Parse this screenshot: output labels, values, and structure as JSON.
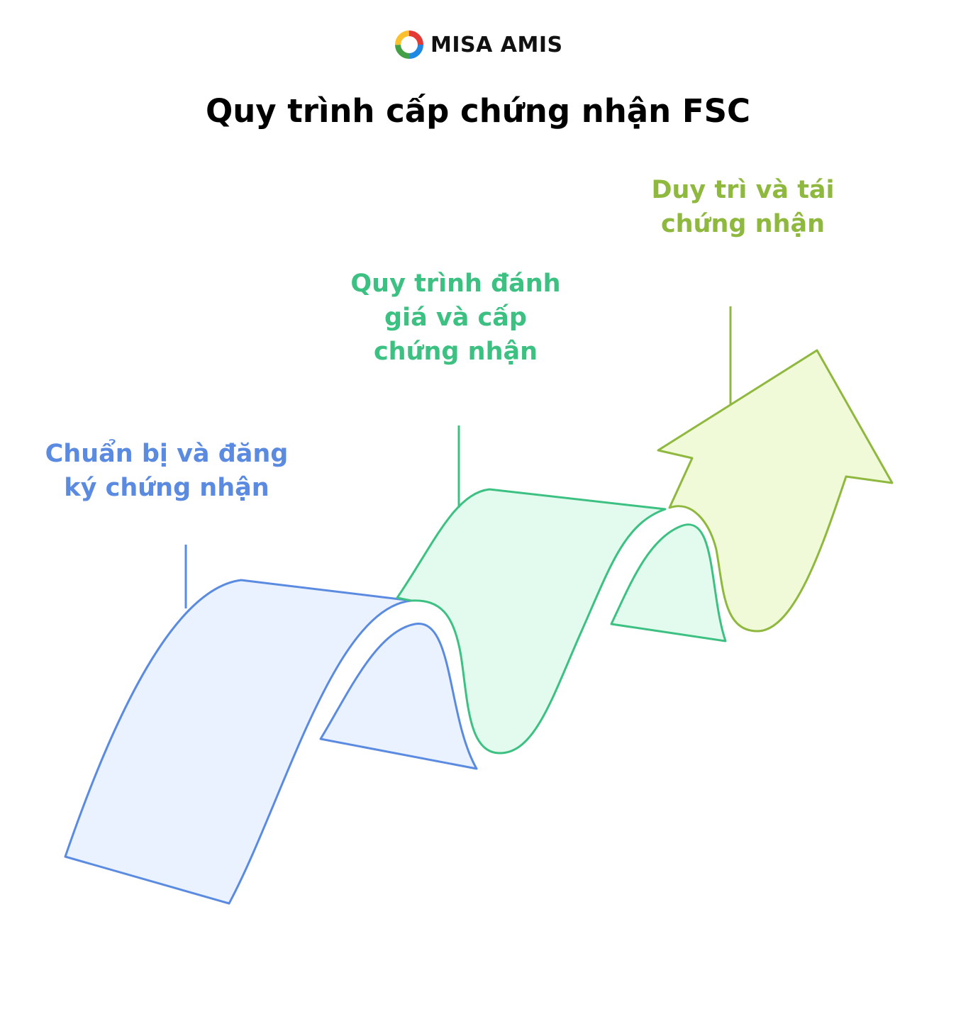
{
  "brand": {
    "logo_text": "MISA AMIS",
    "logo_icon": "misa-ring-logo-icon"
  },
  "title": "Quy trình cấp chứng nhận FSC",
  "steps": [
    {
      "lines": [
        "Chuẩn bị và đăng",
        "ký chứng nhận"
      ],
      "color": "#5B8BE0",
      "fill": "#EAF2FF"
    },
    {
      "lines": [
        "Quy trình đánh",
        "giá và cấp",
        "chứng nhận"
      ],
      "color": "#3DC182",
      "fill": "#E3FAEE"
    },
    {
      "lines": [
        "Duy trì và tái",
        "chứng nhận"
      ],
      "color": "#8FB83E",
      "fill": "#F1FAD8"
    }
  ]
}
